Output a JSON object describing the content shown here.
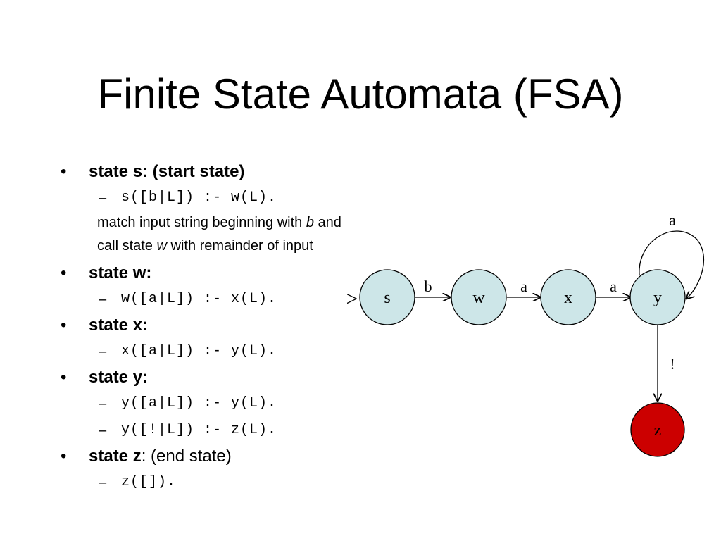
{
  "slide": {
    "title": "Finite State Automata (FSA)"
  },
  "bullets": [
    {
      "heading": "state s: (start state)",
      "heading_rest": ""
    },
    {
      "heading": "state w:",
      "heading_rest": ""
    },
    {
      "heading": "state x:",
      "heading_rest": ""
    },
    {
      "heading": "state y:",
      "heading_rest": ""
    },
    {
      "heading": "state z",
      "heading_rest": ": (end state)"
    }
  ],
  "code": {
    "s_rule": "s([b|L]) :- w(L).",
    "w_rule": "w([a|L]) :- x(L).",
    "x_rule": "x([a|L]) :- y(L).",
    "y_rule_1": "y([a|L]) :- y(L).",
    "y_rule_2": "y([!|L]) :- z(L).",
    "z_rule": "z([])."
  },
  "note": {
    "line1_pre": "match input string beginning with ",
    "line1_em": "b",
    "line1_post": " and",
    "line2_pre": "call state ",
    "line2_em": "w",
    "line2_post": " with remainder of input"
  },
  "diagram": {
    "start_marker": ">",
    "nodes": {
      "s": "s",
      "w": "w",
      "x": "x",
      "y": "y",
      "z": "z"
    },
    "edges": {
      "s_w": "b",
      "w_x": "a",
      "x_y": "a",
      "y_y": "a",
      "y_z": "!"
    },
    "colors": {
      "state_fill": "#cde6e8",
      "end_state_fill": "#cc0000",
      "stroke": "#000000"
    }
  }
}
